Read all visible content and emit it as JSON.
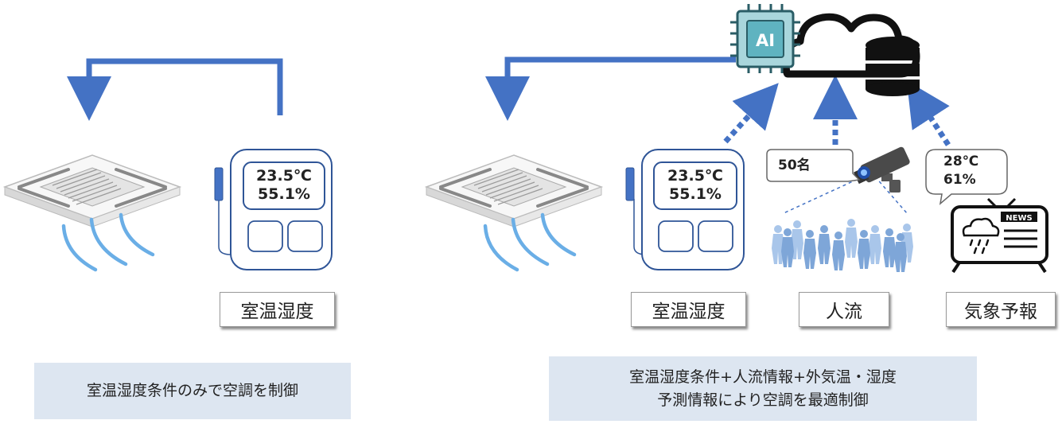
{
  "left": {
    "sensor": {
      "temperature": "23.5℃",
      "humidity": "55.1%"
    },
    "tag": "室温湿度",
    "caption": "室温湿度条件のみで空調を制御"
  },
  "right": {
    "ai_label": "AI",
    "sensor": {
      "temperature": "23.5℃",
      "humidity": "55.1%"
    },
    "people_count": "50名",
    "weather": {
      "temperature": "28℃",
      "humidity": "61%"
    },
    "news_label": "NEWS",
    "tags": {
      "room": "室温湿度",
      "flow": "人流",
      "forecast": "気象予報"
    },
    "caption_line1": "室温湿度条件+人流情報+外気温・湿度",
    "caption_line2": "予測情報により空調を最適制御"
  },
  "colors": {
    "arrow": "#4472c4",
    "sensor_outline": "#2f5597",
    "airflow": "#6aaee6",
    "panel": "#dde6f1",
    "people": "#7ea6d8",
    "chip": "#a9d6dc"
  }
}
